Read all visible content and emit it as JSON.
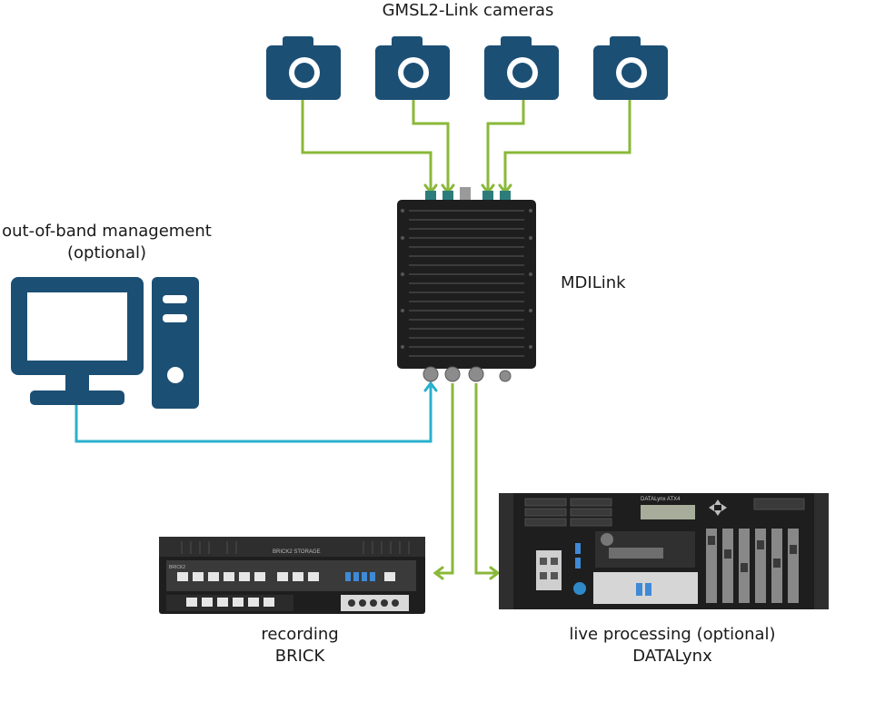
{
  "labels": {
    "cameras": "GMSL2-Link cameras",
    "mgmt_line1": "out-of-band management",
    "mgmt_line2": "(optional)",
    "mdilink": "MDILink",
    "brick_line1": "recording",
    "brick_line2": "BRICK",
    "datalynx_line1": "live processing (optional)",
    "datalynx_line2": "DATALynx"
  },
  "device_text": {
    "brick_front": "BRICK2 STORAGE",
    "brick_badge": "BRICK2",
    "datalynx_brand": "DATALynx ATX4"
  },
  "colors": {
    "camera_blue": "#1c4f74",
    "gmsl_green": "#8ab83a",
    "mgmt_cyan": "#2ab0cd",
    "device_black": "#1e1e1e"
  },
  "icons": [
    "camera-icon",
    "desktop-computer-icon",
    "mdilink-device",
    "brick-recorder",
    "datalynx-server"
  ]
}
